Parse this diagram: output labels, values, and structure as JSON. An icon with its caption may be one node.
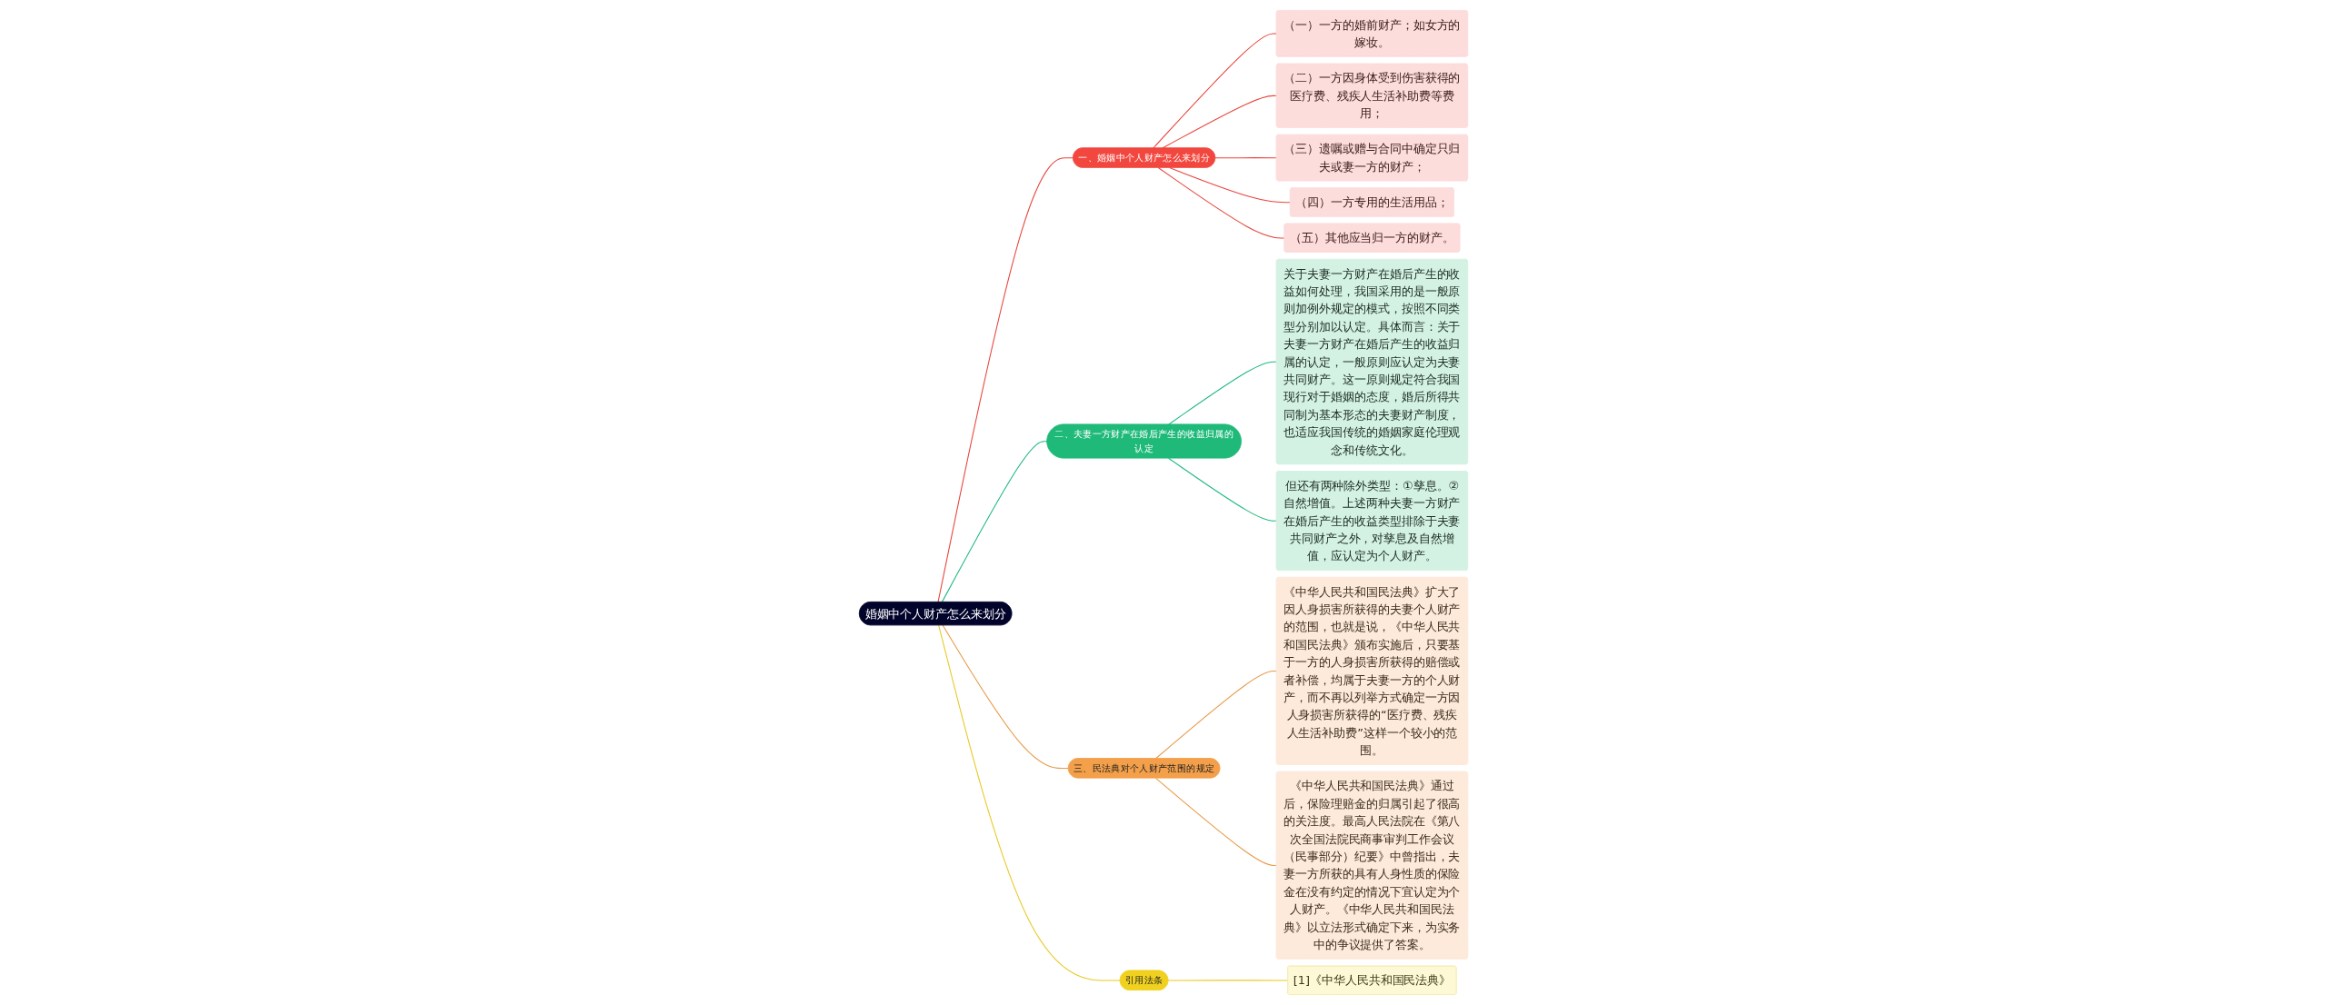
{
  "diagram": {
    "nodes": [
      {
        "text": [
          "婚姻中个人财产怎么来划分"
        ]
      },
      {
        "text": [
          "一、婚姻中个人财产怎么来划分"
        ]
      },
      {
        "text": [
          "（一）一方的婚前财产；如女方的嫁妆。"
        ]
      },
      {
        "text": [
          "（二）一方因身体受到伤害获得的医疗费、残疾人生活补助费等费用；"
        ]
      },
      {
        "text": [
          "（三）遗嘱或赠与合同中确定只归夫或妻一方的财产；"
        ]
      },
      {
        "text": [
          "（四）一方专用的生活用品；"
        ]
      },
      {
        "text": [
          "（五）其他应当归一方的财产。"
        ]
      },
      {
        "text": [
          "二、夫妻一方财产在婚后产生的收益归属的认定"
        ]
      },
      {
        "text": [
          "关于夫妻一方财产在婚后产生的收益如何处理，我国采用的是一般原则加例外规定的模式，按照不同类型分别加以认定。具体而言：关于夫妻一方财产在婚后产生的收益归属的认定，一般原则应认定为夫妻共同财产。这一原则规定符合我国现行对于婚姻的态度，婚后所得共同制为基本形态的夫妻财产制度，也适应我国传统的婚姻家庭伦理观念和传统文化。"
        ]
      },
      {
        "text": [
          "但还有两种除外类型：①孳息。②自然增值。上述两种夫妻一方财产在婚后产生的收益类型排除于夫妻共同财产之外，对孳息及自然增值，应认定为个人财产。"
        ]
      },
      {
        "text": [
          "三、民法典对个人财产范围的规定"
        ]
      },
      {
        "text": [
          "《中华人民共和国民法典》扩大了因人身损害所获得的夫妻个人财产的范围，也就是说，《中华人民共和国民法典》颁布实施后，只要基于一方的人身损害所获得的赔偿或者补偿，均属于夫妻一方的个人财产，而不再以列举方式确定一方因人身损害所获得的“医疗费、残疾人生活补助费”这样一个较小的范围。"
        ]
      },
      {
        "text": [
          "《中华人民共和国民法典》通过后，保险理赔金的归属引起了很高的关注度。最高人民法院在《第八次全国法院民商事审判工作会议（民事部分）纪要》中曾指出，夫妻一方所获的具有人身性质的保险金在没有约定的情况下宜认定为个人财产。《中华人民共和国民法典》以立法形式确定下来，为实务中的争议提供了答案。"
        ]
      },
      {
        "text": [
          "引用法条"
        ]
      },
      {
        "text": [
          "[1]《中华人民共和国民法典》"
        ]
      }
    ],
    "edges": [
      {
        "from": 0,
        "to": 1,
        "arrow": "none"
      },
      {
        "from": 1,
        "to": 2,
        "arrow": "none"
      },
      {
        "from": 1,
        "to": 3,
        "arrow": "none"
      },
      {
        "from": 1,
        "to": 4,
        "arrow": "none"
      },
      {
        "from": 1,
        "to": 5,
        "arrow": "none"
      },
      {
        "from": 1,
        "to": 6,
        "arrow": "none"
      },
      {
        "from": 0,
        "to": 7,
        "arrow": "none",
        "color": "#1eb97b"
      },
      {
        "from": 7,
        "to": 8,
        "arrow": "none",
        "color": "#1eb97b"
      },
      {
        "from": 7,
        "to": 9,
        "arrow": "none",
        "color": "#1eb97b"
      },
      {
        "from": 0,
        "to": 10,
        "arrow": "none",
        "color": "#e89a48"
      },
      {
        "from": 10,
        "to": 11,
        "arrow": "none",
        "color": "#e89a48"
      },
      {
        "from": 10,
        "to": 12,
        "arrow": "none",
        "color": "#e89a48"
      },
      {
        "from": 0,
        "to": 13,
        "arrow": "none",
        "color": "#e8c923"
      },
      {
        "from": 13,
        "to": 14,
        "arrow": "none",
        "color": "#e8c923"
      }
    ]
  }
}
